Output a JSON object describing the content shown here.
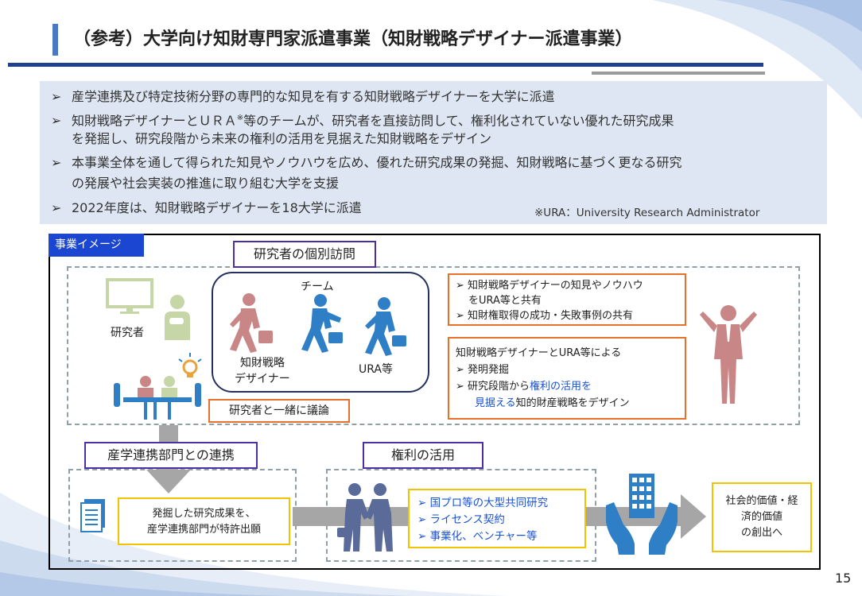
{
  "header": {
    "title": "（参考）大学向け知財専門家派遣事業（知財戦略デザイナー派遣事業）"
  },
  "summary": {
    "bullet_marker": "➢",
    "line1": "産学連携及び特定技術分野の専門的な知見を有する知財戦略デザイナーを大学に派遣",
    "line2a_pre": "知財戦略デザイナーとＵＲＡ",
    "line2a_sup": "※",
    "line2a_post": "等のチームが、研究者を直接訪問して、権利化されていない優れた研究成果",
    "line2b": "を発掘し、研究段階から未来の権利の活用を見据えた知財戦略をデザイン",
    "line3a": "本事業全体を通して得られた知見やノウハウを広め、優れた研究成果の発掘、知財戦略に基づく更なる研究",
    "line3b": "の発展や社会実装の推進に取り組む大学を支援",
    "line4": "2022年度は、知財戦略デザイナーを18大学に派遣",
    "ura_note": "※URA：University Research Administrator"
  },
  "diagram": {
    "tag": "事業イメージ",
    "visit_title": "研究者の個別訪問",
    "researcher_label": "研究者",
    "team_label": "チーム",
    "designer_label_1": "知財戦略",
    "designer_label_2": "デザイナー",
    "ura_label": "URA等",
    "discuss_label": "研究者と一緒に議論",
    "share_box": {
      "item1a": "知財戦略デザイナーの知見やノウハウ",
      "item1b": "をURA等と共有",
      "item2": "知財権取得の成功・失敗事例の共有"
    },
    "design_box": {
      "heading": "知財戦略デザイナーとURA等による",
      "item1": "発明発掘",
      "item2_pre": "研究段階から",
      "item2_blue1": "権利の活用を",
      "item2_blue2": "見据える",
      "item2_post": "知的財産戦略をデザイン"
    },
    "collab_title": "産学連携部門との連携",
    "rights_title": "権利の活用",
    "filing_box_1": "発掘した研究成果を、",
    "filing_box_2": "産学連携部門が特許出願",
    "utilization_items": [
      "国プロ等の大型共同研究",
      "ライセンス契約",
      "事業化、ベンチャー等"
    ],
    "value_box_1": "社会的価値・経",
    "value_box_2": "済的価値",
    "value_box_3": "の創出へ"
  },
  "colors": {
    "title_accent": "#4a78c2",
    "title_rule": "#1f3f8f",
    "summary_bg": "#dde6f2",
    "tag_bg": "#1a46d1",
    "person_pink": "#c98686",
    "person_blue": "#2f7fc7",
    "researcher_green": "#c7d6a6",
    "orange_border": "#e8702a",
    "purple_border": "#4b2fa3",
    "yellow_border": "#f2c300",
    "blue_text": "#1a52d6"
  },
  "footer": {
    "page_number": "15"
  }
}
